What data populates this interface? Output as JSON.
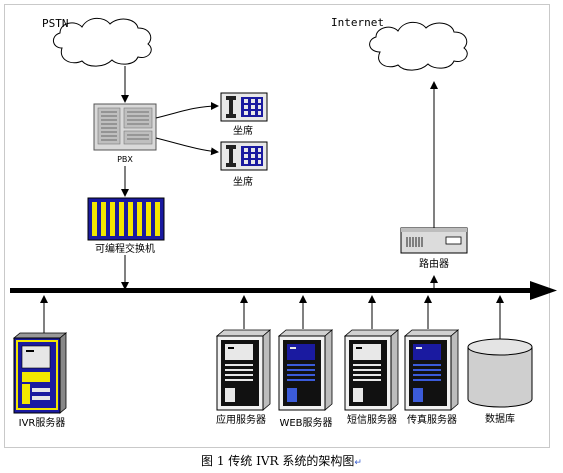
{
  "labels": {
    "pstn": "PSTN",
    "internet": "Internet",
    "pbx": "PBX",
    "agent1": "坐席",
    "agent2": "坐席",
    "switch": "可编程交换机",
    "router": "路由器",
    "ivr_server": "IVR服务器",
    "app_server": "应用服务器",
    "web_server": "WEB服务器",
    "sms_server": "短信服务器",
    "fax_server": "传真服务器",
    "database": "数据库"
  },
  "caption": "图 1  传统 IVR 系统的架构图",
  "caption_mark": "↵",
  "colors": {
    "bus": "#000000",
    "switch_fill": "#1a1aa0",
    "switch_bar": "#f2e600",
    "ivr_accent": "#f2e600",
    "screen_blue": "#1a1aa0",
    "server_gray": "#c8c8c8",
    "database_gray": "#cfcfcf"
  },
  "icons": {
    "cloud": "cloud-icon",
    "pbx": "pbx-icon",
    "phone": "phone-terminal-icon",
    "switch": "switch-icon",
    "router": "router-icon",
    "server": "server-tower-icon",
    "database": "database-cylinder-icon"
  }
}
